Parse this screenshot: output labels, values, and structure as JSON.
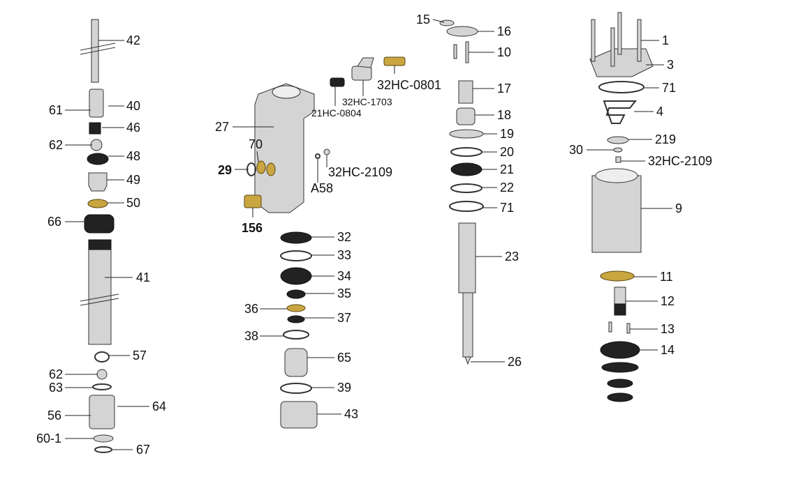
{
  "title": "Pump exploded parts diagram",
  "labels": [
    "42",
    "61",
    "40",
    "46",
    "62",
    "48",
    "49",
    "50",
    "66",
    "41",
    "57",
    "62",
    "63",
    "56",
    "64",
    "60-1",
    "67",
    "27",
    "70",
    "29",
    "A58",
    "32HC-2109",
    "156",
    "21HC-0804",
    "32HC-1703",
    "32HC-0801",
    "32",
    "33",
    "34",
    "35",
    "36",
    "37",
    "38",
    "65",
    "39",
    "43",
    "15",
    "16",
    "10",
    "17",
    "18",
    "19",
    "20",
    "21",
    "22",
    "71",
    "23",
    "26",
    "1",
    "3",
    "71",
    "4",
    "219",
    "30",
    "32HC-2109",
    "9",
    "11",
    "12",
    "13",
    "14"
  ]
}
